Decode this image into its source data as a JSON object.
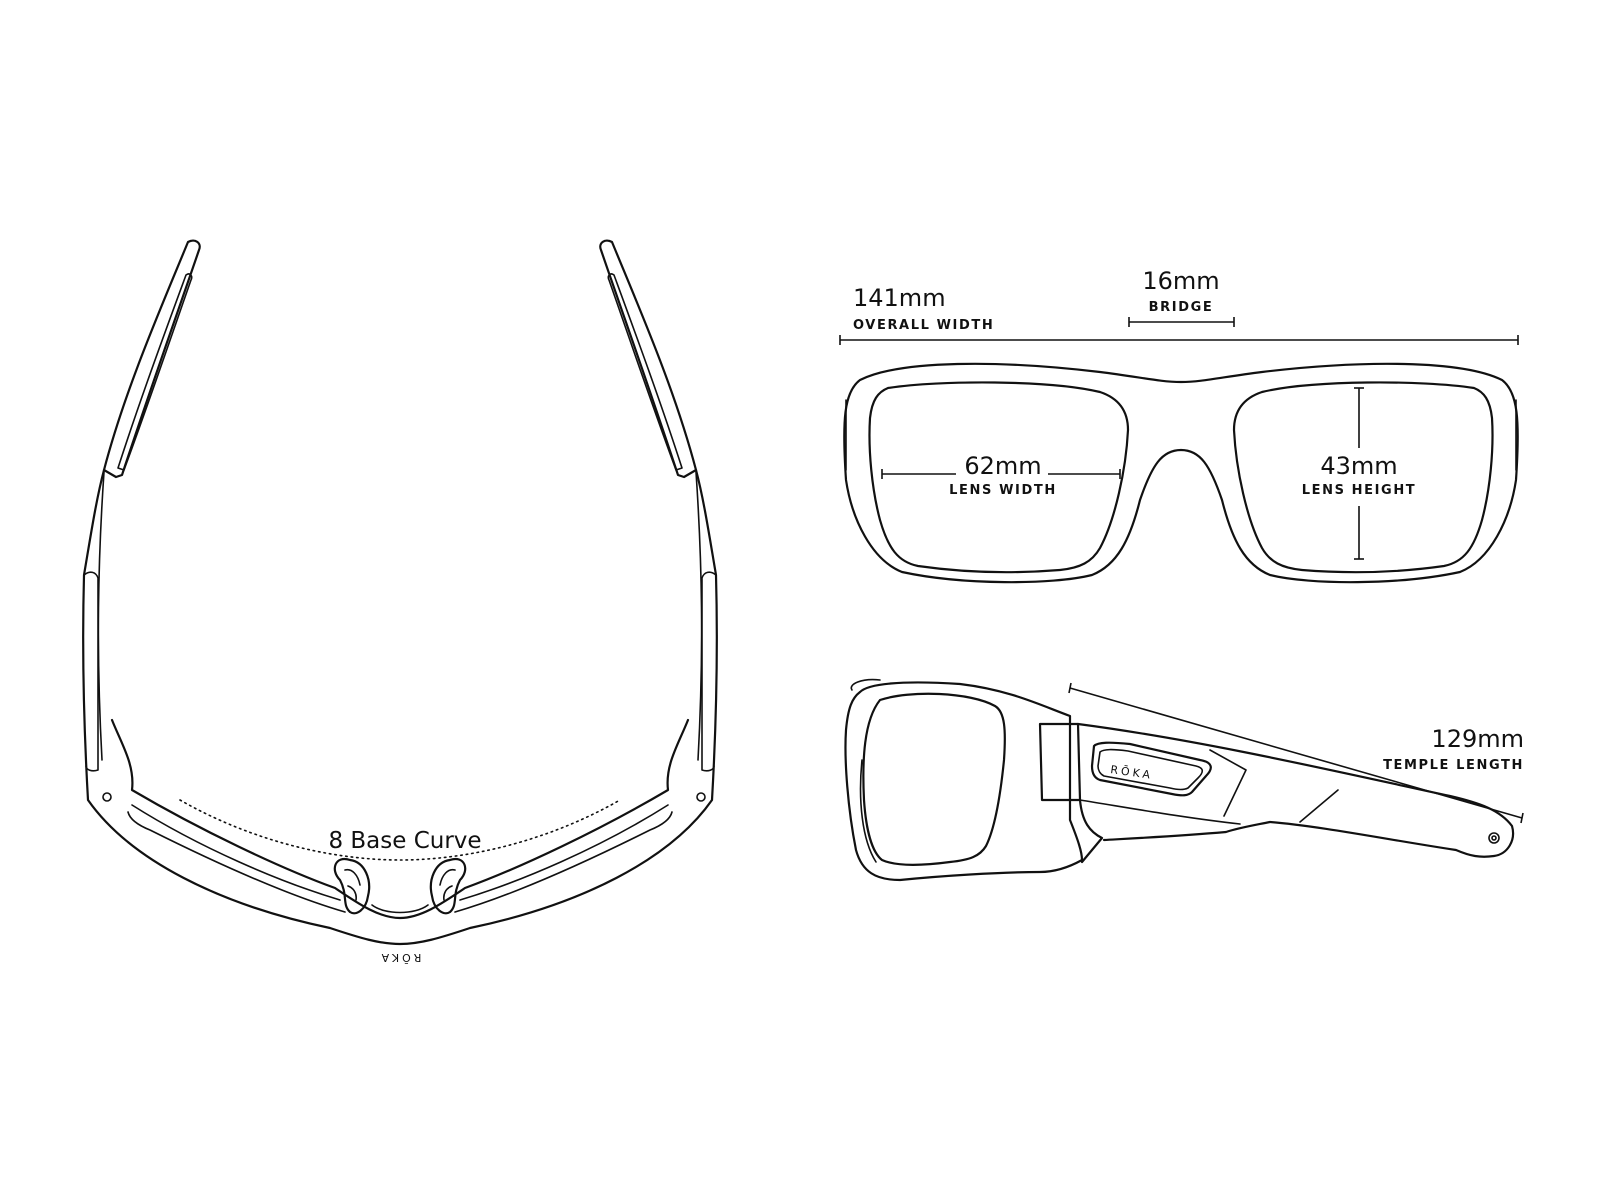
{
  "colors": {
    "line": "#111111",
    "background": "#ffffff"
  },
  "top_view": {
    "curve_label": "8 Base Curve",
    "brand_text": "RŌKA"
  },
  "front_view": {
    "overall_width": {
      "value": "141mm",
      "label": "OVERALL WIDTH"
    },
    "bridge": {
      "value": "16mm",
      "label": "BRIDGE"
    },
    "lens_width": {
      "value": "62mm",
      "label": "LENS WIDTH"
    },
    "lens_height": {
      "value": "43mm",
      "label": "LENS HEIGHT"
    }
  },
  "side_view": {
    "brand_text": "RŌKA",
    "temple_length": {
      "value": "129mm",
      "label": "TEMPLE LENGTH"
    }
  }
}
